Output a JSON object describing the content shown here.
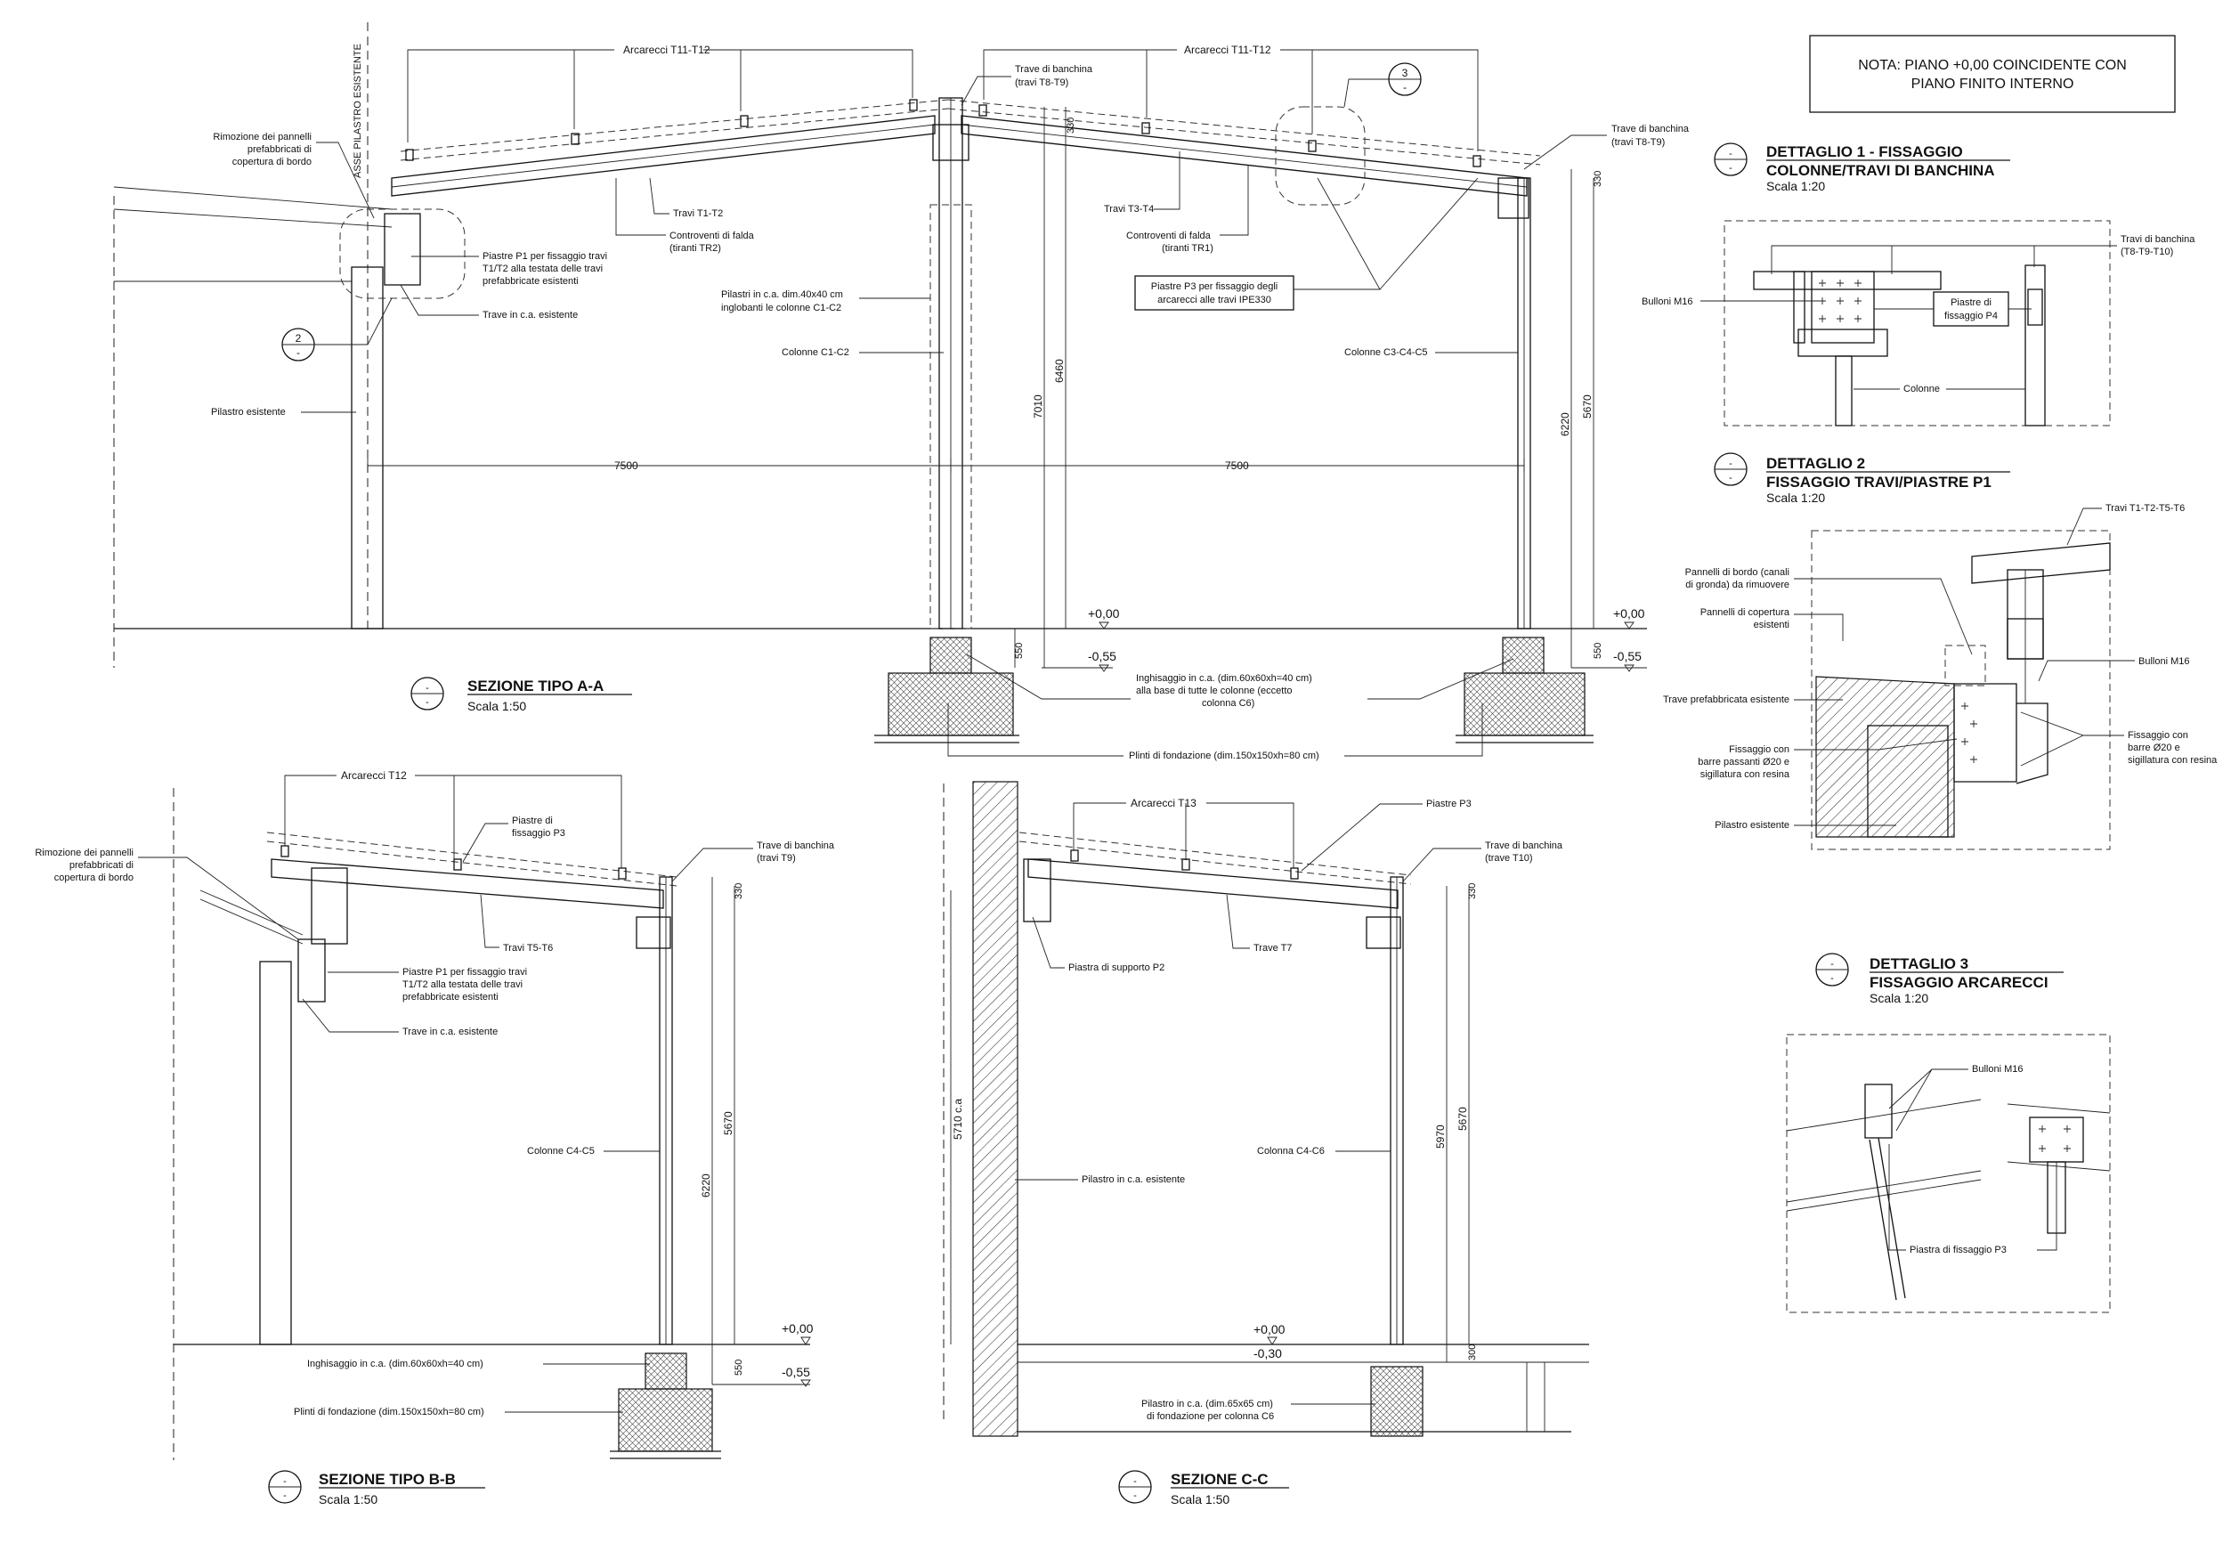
{
  "note": {
    "line1": "NOTA: PIANO +0,00 COINCIDENTE CON",
    "line2": "PIANO FINITO INTERNO"
  },
  "section_aa": {
    "title": "SEZIONE TIPO A-A",
    "scale": "Scala 1:50",
    "axis_label": "ASSE PILASTRO ESISTENTE",
    "arcarecci_left": "Arcarecci T11-T12",
    "arcarecci_right": "Arcarecci T11-T12",
    "trave_banchina_top_1": "Trave di banchina",
    "trave_banchina_top_2": "(travi T8-T9)",
    "trave_banchina_right_1": "Trave di banchina",
    "trave_banchina_right_2": "(travi T8-T9)",
    "rimozione_1": "Rimozione dei pannelli",
    "rimozione_2": "prefabbricati di",
    "rimozione_3": "copertura di bordo",
    "travi_t1_t2": "Travi T1-T2",
    "controventi_left_1": "Controventi di falda",
    "controventi_left_2": "(tiranti TR2)",
    "travi_t3_t4": "Travi T3-T4",
    "controventi_right_1": "Controventi di falda",
    "controventi_right_2": "(tiranti TR1)",
    "piastre_p1_1": "Piastre P1 per fissaggio travi",
    "piastre_p1_2": "T1/T2 alla testata delle travi",
    "piastre_p1_3": "prefabbricate esistenti",
    "trave_ca": "Trave in c.a. esistente",
    "piastre_p3_1": "Piastre P3 per fissaggio degli",
    "piastre_p3_2": "arcarecci alle travi IPE330",
    "pilastri_ca_1": "Pilastri in c.a. dim.40x40 cm",
    "pilastri_ca_2": "inglobanti le colonne C1-C2",
    "colonne_c1_c2": "Colonne C1-C2",
    "colonne_c3": "Colonne C3-C4-C5",
    "pilastro_esistente": "Pilastro esistente",
    "dim_7500_left": "7500",
    "dim_7500_right": "7500",
    "dim_7010": "7010",
    "dim_6460": "6460",
    "dim_6220": "6220",
    "dim_5670": "5670",
    "dim_330_top": "330",
    "dim_330_right": "330",
    "dim_550_left": "550",
    "dim_550_right": "550",
    "level_000": "+0,00",
    "level_000_right": "+0,00",
    "level_055": "-0,55",
    "level_055_right": "-0,55",
    "inghisaggio_1": "Inghisaggio in c.a. (dim.60x60xh=40 cm)",
    "inghisaggio_2": "alla base di tutte le colonne (eccetto",
    "inghisaggio_3": "colonna C6)",
    "plinti": "Plinti di fondazione (dim.150x150xh=80 cm)",
    "callout_2_num": "2",
    "callout_2_sub": "-",
    "callout_3_num": "3",
    "callout_3_sub": "-",
    "title_sym_top": "-",
    "title_sym_bot": "-"
  },
  "detail_1": {
    "title_1": "DETTAGLIO 1 - FISSAGGIO",
    "title_2": "COLONNE/TRAVI DI BANCHINA",
    "scale": "Scala 1:20",
    "travi_banchina_1": "Travi di banchina",
    "travi_banchina_2": "(T8-T9-T10)",
    "bulloni": "Bulloni M16",
    "piastre_p4_1": "Piastre di",
    "piastre_p4_2": "fissaggio P4",
    "colonne": "Colonne",
    "sym_top": "-",
    "sym_bot": "-"
  },
  "detail_2": {
    "title_1": "DETTAGLIO 2",
    "title_2": "FISSAGGIO TRAVI/PIASTRE P1",
    "scale": "Scala 1:20",
    "travi": "Travi T1-T2-T5-T6",
    "pannelli_bordo_1": "Pannelli di bordo (canali",
    "pannelli_bordo_2": "di gronda) da rimuovere",
    "pannelli_copertura_1": "Pannelli di copertura",
    "pannelli_copertura_2": "esistenti",
    "bulloni": "Bulloni M16",
    "trave_prefabbricata": "Trave prefabbricata esistente",
    "fissaggio_left_1": "Fissaggio con",
    "fissaggio_left_2": "barre passanti Ø20 e",
    "fissaggio_left_3": "sigillatura con resina",
    "fissaggio_right_1": "Fissaggio con",
    "fissaggio_right_2": "barre Ø20 e",
    "fissaggio_right_3": "sigillatura con resina",
    "pilastro": "Pilastro esistente",
    "sym_top": "-",
    "sym_bot": "-"
  },
  "detail_3": {
    "title_1": "DETTAGLIO 3",
    "title_2": "FISSAGGIO ARCARECCI",
    "scale": "Scala 1:20",
    "bulloni": "Bulloni M16",
    "piastra_p3": "Piastra di fissaggio P3",
    "sym_top": "-",
    "sym_bot": "-"
  },
  "section_bb": {
    "title": "SEZIONE TIPO B-B",
    "scale": "Scala 1:50",
    "arcarecci": "Arcarecci T12",
    "piastre_p3_1": "Piastre di",
    "piastre_p3_2": "fissaggio P3",
    "trave_banchina_1": "Trave di banchina",
    "trave_banchina_2": "(travi T9)",
    "rimozione_1": "Rimozione dei pannelli",
    "rimozione_2": "prefabbricati di",
    "rimozione_3": "copertura di bordo",
    "travi_t5_t6": "Travi T5-T6",
    "piastre_p1_1": "Piastre P1 per fissaggio travi",
    "piastre_p1_2": "T1/T2 alla testata delle travi",
    "piastre_p1_3": "prefabbricate esistenti",
    "trave_ca": "Trave in c.a. esistente",
    "colonne": "Colonne C4-C5",
    "dim_6220": "6220",
    "dim_5670": "5670",
    "dim_330": "330",
    "dim_550": "550",
    "level_000": "+0,00",
    "level_055": "-0,55",
    "inghisaggio": "Inghisaggio in c.a. (dim.60x60xh=40 cm)",
    "plinti": "Plinti di fondazione (dim.150x150xh=80 cm)",
    "sym_top": "-",
    "sym_bot": "-"
  },
  "section_cc": {
    "title": "SEZIONE C-C",
    "scale": "Scala 1:50",
    "arcarecci": "Arcarecci T13",
    "piastre_p3": "Piastre P3",
    "trave_banchina_1": "Trave di banchina",
    "trave_banchina_2": "(trave T10)",
    "piastra_p2": "Piastra  di supporto P2",
    "trave_t7": "Trave T7",
    "colonna": "Colonna C4-C6",
    "pilastro_ca": "Pilastro in c.a. esistente",
    "dim_5710": "5710 c.a",
    "dim_5970": "5970",
    "dim_5670": "5670",
    "dim_330_top": "330",
    "dim_300": "300",
    "level_000": "+0,00",
    "level_030": "-0,30",
    "pilastro_1": "Pilastro in c.a. (dim.65x65 cm)",
    "pilastro_2": "di fondazione per colonna C6",
    "sym_top": "-",
    "sym_bot": "-"
  }
}
